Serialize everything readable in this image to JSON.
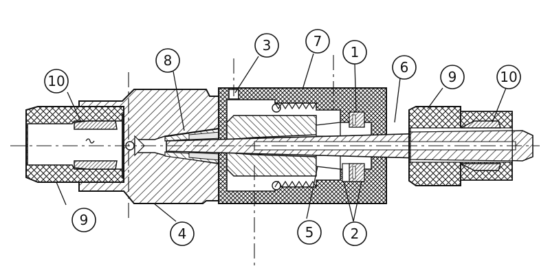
{
  "callouts": {
    "c10_left": "10",
    "c9_left": "9",
    "c8": "8",
    "c4": "4",
    "c3": "3",
    "c7": "7",
    "c5": "5",
    "c1": "1",
    "c2": "2",
    "c6": "6",
    "c9_right": "9",
    "c10_right": "10"
  },
  "colors": {
    "ink": "#111111",
    "paper": "#ffffff",
    "fill_light": "#e6e6e6"
  }
}
